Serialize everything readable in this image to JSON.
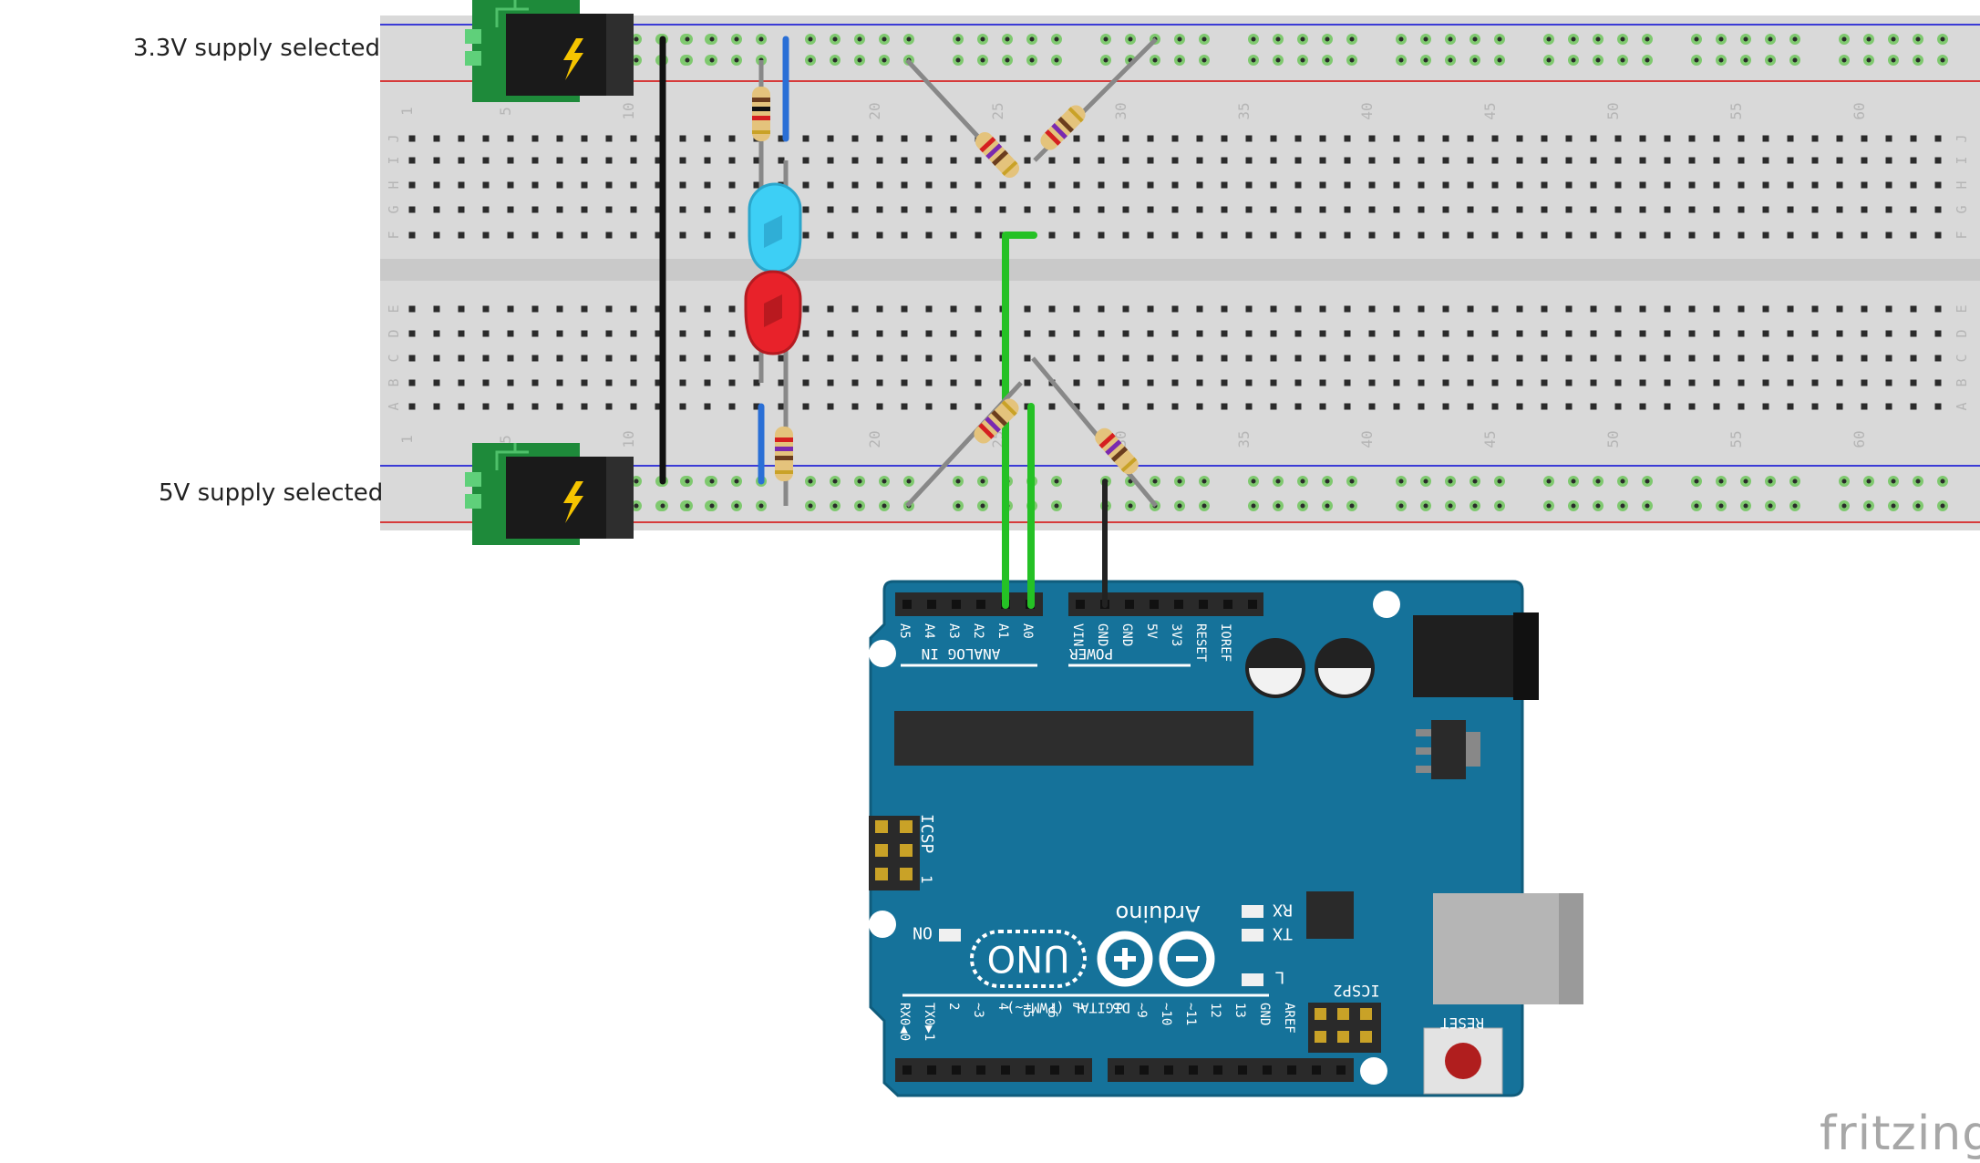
{
  "captions": {
    "top": "3.3V supply selected",
    "bottom": "5V supply selected"
  },
  "watermark": "fritzing",
  "breadboard": {
    "columns_top": [
      "1",
      "5",
      "10",
      "20",
      "25",
      "30",
      "35",
      "40",
      "45",
      "50",
      "55",
      "60"
    ],
    "rows_top": [
      "J",
      "I",
      "H",
      "G",
      "F"
    ],
    "rows_bottom": [
      "E",
      "D",
      "C",
      "B",
      "A"
    ]
  },
  "arduino": {
    "analog_pins": [
      "A5",
      "A4",
      "A3",
      "A2",
      "A1",
      "A0"
    ],
    "analog_label": "ANALOG IN",
    "power_pins": [
      "VIN",
      "GND",
      "GND",
      "5V",
      "3V3",
      "RESET",
      "IOREF"
    ],
    "power_label": "POWER",
    "digital_label": "DIGITAL (PWM=~)",
    "digital_pins_left": [
      "RX0◀0",
      "TX0▶1",
      "2",
      "~3",
      "4",
      "~5",
      "~6",
      "7"
    ],
    "digital_pins_right": [
      "8",
      "~9",
      "~10",
      "~11",
      "12",
      "13",
      "GND",
      "AREF"
    ],
    "icsp": "ICSP",
    "icsp2": "ICSP2",
    "rx": "RX",
    "tx": "TX",
    "l": "L",
    "on": "ON",
    "brand": "Arduino",
    "model": "UNO",
    "reset": "RESET",
    "one": "1"
  },
  "colors": {
    "board": "#15729a",
    "breadboard": "#d9d9d9",
    "wire_green": "#25c125",
    "wire_black": "#222222",
    "wire_blue": "#2a6fd6",
    "led_blue": "#3dcff5",
    "led_red": "#e8222a"
  }
}
